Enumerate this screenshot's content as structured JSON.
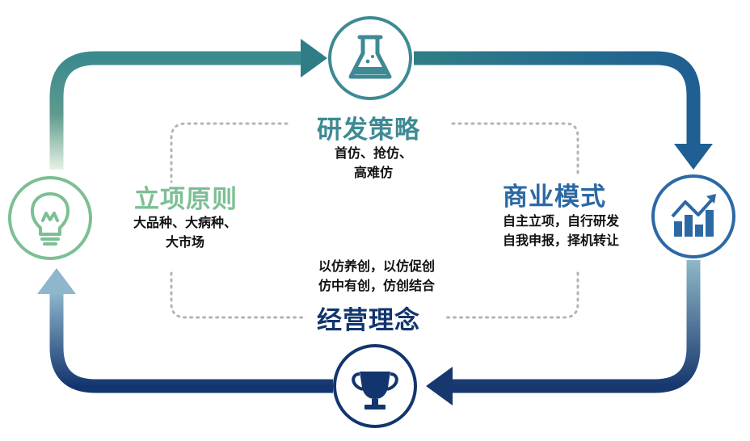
{
  "colors": {
    "teal": "#3d8a94",
    "green": "#7dbf94",
    "blue": "#2c69a4",
    "navy": "#13356e",
    "dots": "#b4b4b4",
    "text": "#111111"
  },
  "nodes": {
    "research": {
      "title": "研发策略",
      "lines": [
        "首仿、抢仿、",
        "高难仿"
      ],
      "icon": "flask-icon"
    },
    "principle": {
      "title": "立项原则",
      "lines": [
        "大品种、大病种、",
        "大市场"
      ],
      "icon": "lightbulb-icon"
    },
    "business": {
      "title": "商业模式",
      "lines": [
        "自主立项，自行研发",
        "自我申报，择机转让"
      ],
      "icon": "growth-chart-icon"
    },
    "operation": {
      "title": "经营理念",
      "lines": [
        "以仿养创，以仿促创",
        "仿中有创，仿创结合"
      ],
      "icon": "trophy-icon"
    }
  }
}
